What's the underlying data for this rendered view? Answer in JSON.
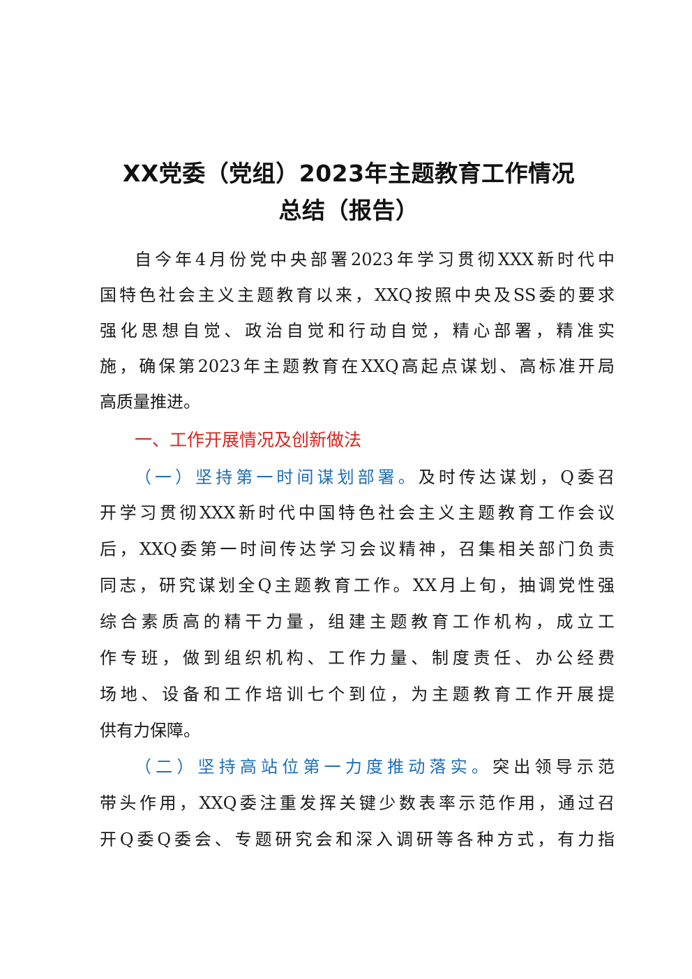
{
  "document": {
    "title_line1": "XX党委（党组）2023年主题教育工作情况",
    "title_line2": "总结（报告）",
    "intro_lines": [
      "自今年4月份党中央部署2023年学习贯彻XXX新时代中",
      "国特色社会主义主题教育以来，XXQ按照中央及SS委的要求",
      "强化思想自觉、政治自觉和行动自觉，精心部署，精准实",
      "施，确保第2023年主题教育在XXQ高起点谋划、高标准开局",
      "高质量推进。"
    ],
    "section1_heading": "一、工作开展情况及创新做法",
    "item1": {
      "label": "（一）坚持第一时间谋划部署。",
      "line1_rest": "及时传达谋划，Q委召",
      "lines": [
        "开学习贯彻XXX新时代中国特色社会主义主题教育工作会议",
        "后，XXQ委第一时间传达学习会议精神，召集相关部门负责",
        "同志，研究谋划全Q主题教育工作。XX月上旬，抽调党性强",
        "综合素质高的精干力量，组建主题教育工作机构，成立工",
        "作专班，做到组织机构、工作力量、制度责任、办公经费",
        "场地、设备和工作培训七个到位，为主题教育工作开展提",
        "供有力保障。"
      ]
    },
    "item2": {
      "label": "（二）坚持高站位第一力度推动落实。",
      "line1_rest": "突出领导示范",
      "lines": [
        "带头作用，XXQ委注重发挥关键少数表率示范作用，通过召",
        "开Q委Q委会、专题研究会和深入调研等各种方式，有力指"
      ]
    }
  }
}
